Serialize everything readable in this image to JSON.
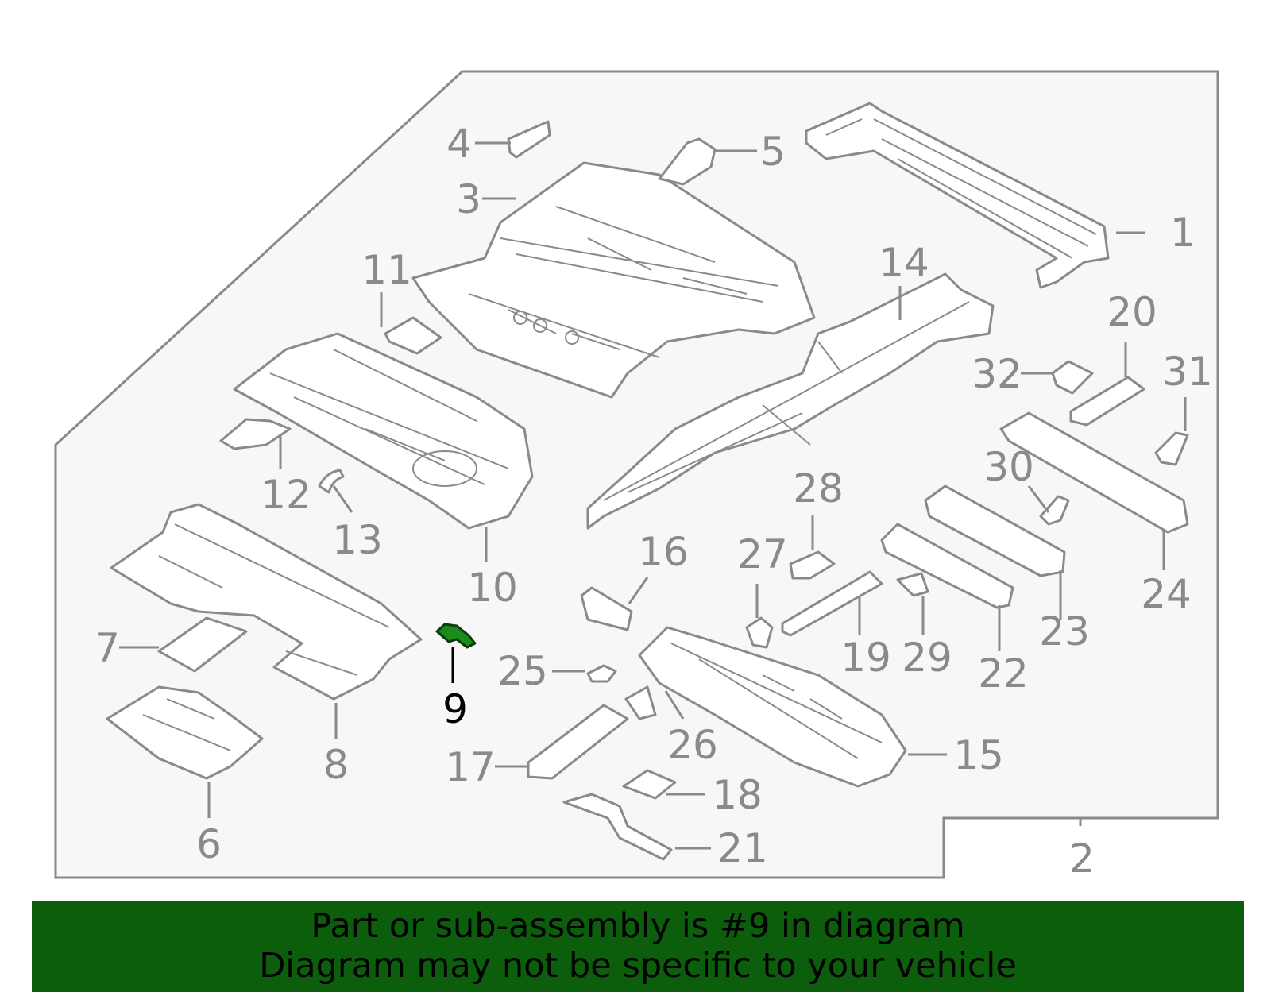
{
  "highlight": {
    "part": "9",
    "color": "#1c8a1c"
  },
  "callouts": [
    {
      "id": "1",
      "text": "1"
    },
    {
      "id": "2",
      "text": "2"
    },
    {
      "id": "3",
      "text": "3"
    },
    {
      "id": "4",
      "text": "4"
    },
    {
      "id": "5",
      "text": "5"
    },
    {
      "id": "6",
      "text": "6"
    },
    {
      "id": "7",
      "text": "7"
    },
    {
      "id": "8",
      "text": "8"
    },
    {
      "id": "9",
      "text": "9"
    },
    {
      "id": "10",
      "text": "10"
    },
    {
      "id": "11",
      "text": "11"
    },
    {
      "id": "12",
      "text": "12"
    },
    {
      "id": "13",
      "text": "13"
    },
    {
      "id": "14",
      "text": "14"
    },
    {
      "id": "15",
      "text": "15"
    },
    {
      "id": "16",
      "text": "16"
    },
    {
      "id": "17",
      "text": "17"
    },
    {
      "id": "18",
      "text": "18"
    },
    {
      "id": "19",
      "text": "19"
    },
    {
      "id": "20",
      "text": "20"
    },
    {
      "id": "21",
      "text": "21"
    },
    {
      "id": "22",
      "text": "22"
    },
    {
      "id": "23",
      "text": "23"
    },
    {
      "id": "24",
      "text": "24"
    },
    {
      "id": "25",
      "text": "25"
    },
    {
      "id": "26",
      "text": "26"
    },
    {
      "id": "27",
      "text": "27"
    },
    {
      "id": "28",
      "text": "28"
    },
    {
      "id": "29",
      "text": "29"
    },
    {
      "id": "30",
      "text": "30"
    },
    {
      "id": "31",
      "text": "31"
    },
    {
      "id": "32",
      "text": "32"
    }
  ],
  "banner": {
    "line1": "Part or sub-assembly is #9 in diagram",
    "line2": "Diagram may not be specific to your vehicle",
    "background": "#0c5d0c"
  }
}
